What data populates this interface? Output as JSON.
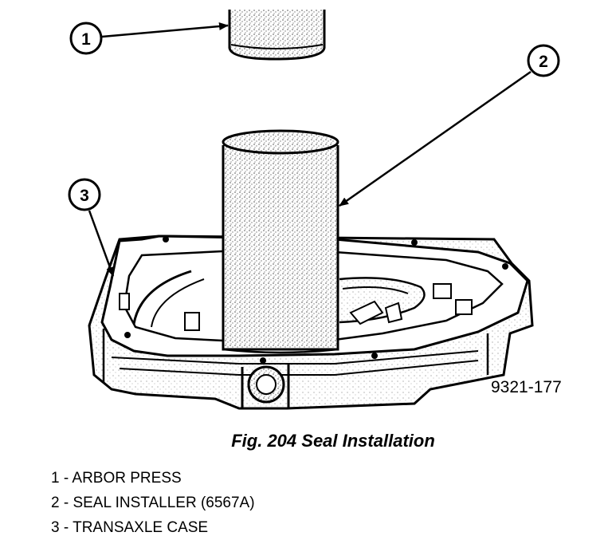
{
  "figure": {
    "caption": "Fig. 204 Seal Installation",
    "drawing_number": "9321-177"
  },
  "callouts": [
    {
      "number": "1",
      "label": "ARBOR PRESS"
    },
    {
      "number": "2",
      "label": "SEAL INSTALLER (6567A)"
    },
    {
      "number": "3",
      "label": "TRANSAXLE CASE"
    }
  ],
  "legend": [
    "1 - ARBOR PRESS",
    "2 - SEAL INSTALLER (6567A)",
    "3 - TRANSAXLE CASE"
  ]
}
